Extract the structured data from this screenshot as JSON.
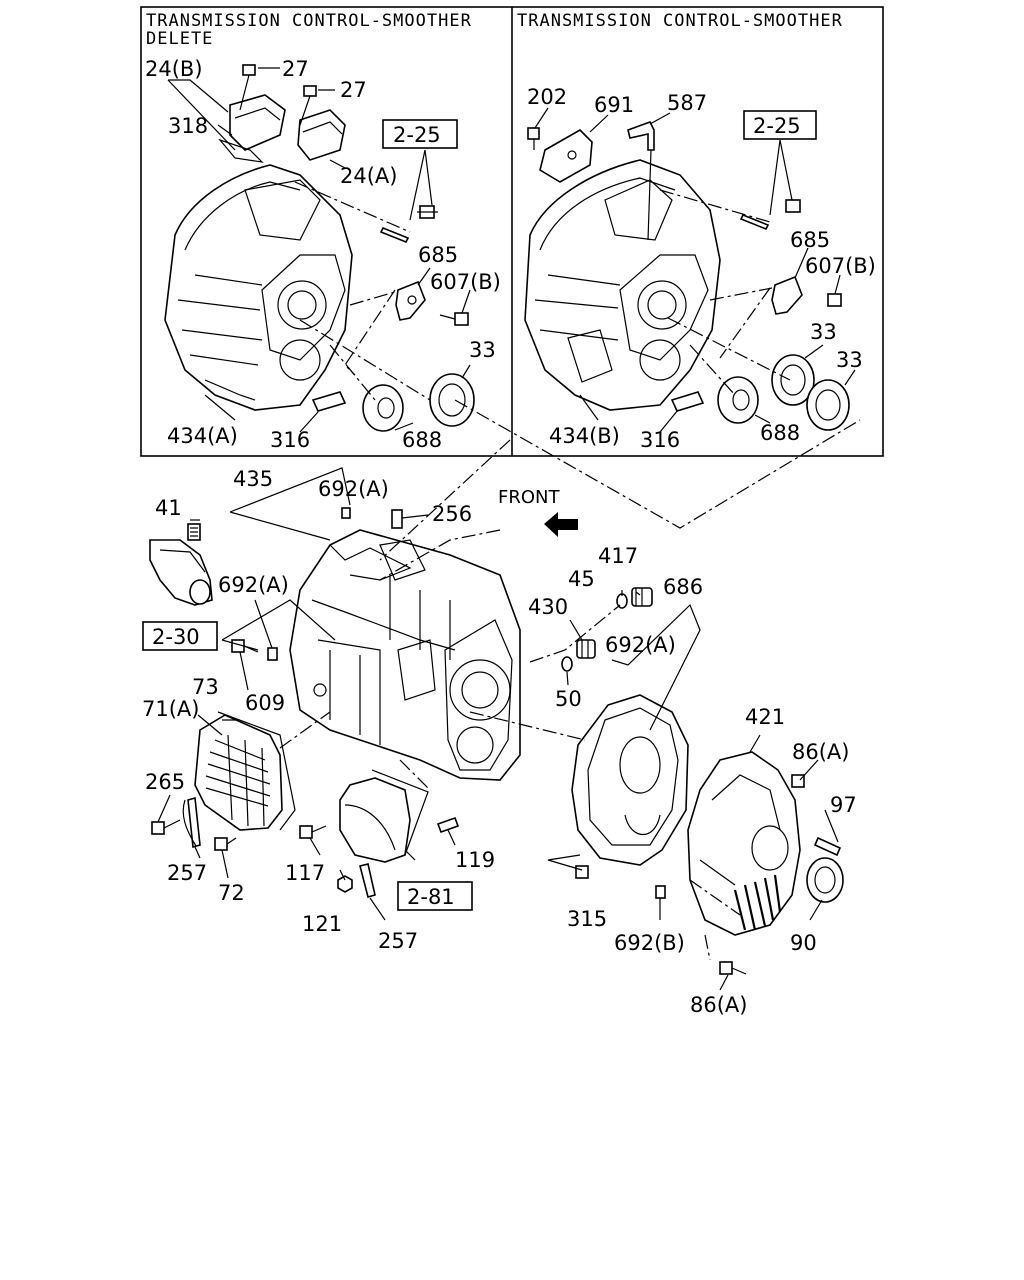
{
  "panels": {
    "left_title_line1": "TRANSMISSION CONTROL-SMOOTHER",
    "left_title_line2": "DELETE",
    "right_title": "TRANSMISSION CONTROL-SMOOTHER"
  },
  "refs": {
    "r225a": "2-25",
    "r225b": "2-25",
    "r230": "2-30",
    "r281": "2-81"
  },
  "labels": {
    "front": "FRONT",
    "l24b": "24(B)",
    "l27a": "27",
    "l27b": "27",
    "l318": "318",
    "l24a": "24(A)",
    "l685a": "685",
    "l607ba": "607(B)",
    "l33a": "33",
    "l434a": "434(A)",
    "l316a": "316",
    "l688a": "688",
    "l202": "202",
    "l691": "691",
    "l587": "587",
    "l685b": "685",
    "l607bb": "607(B)",
    "l33b": "33",
    "l33c": "33",
    "l434b": "434(B)",
    "l316b": "316",
    "l688b": "688",
    "l435": "435",
    "l692a1": "692(A)",
    "l256": "256",
    "l41": "41",
    "l692a2": "692(A)",
    "l417": "417",
    "l45": "45",
    "l686": "686",
    "l430": "430",
    "l692a3": "692(A)",
    "l609": "609",
    "l73": "73",
    "l71a": "71(A)",
    "l50": "50",
    "l421": "421",
    "l86a1": "86(A)",
    "l265": "265",
    "l97": "97",
    "l119": "119",
    "l117": "117",
    "l257a": "257",
    "l72": "72",
    "l121": "121",
    "l257b": "257",
    "l315": "315",
    "l692b": "692(B)",
    "l90": "90",
    "l86a2": "86(A)"
  }
}
